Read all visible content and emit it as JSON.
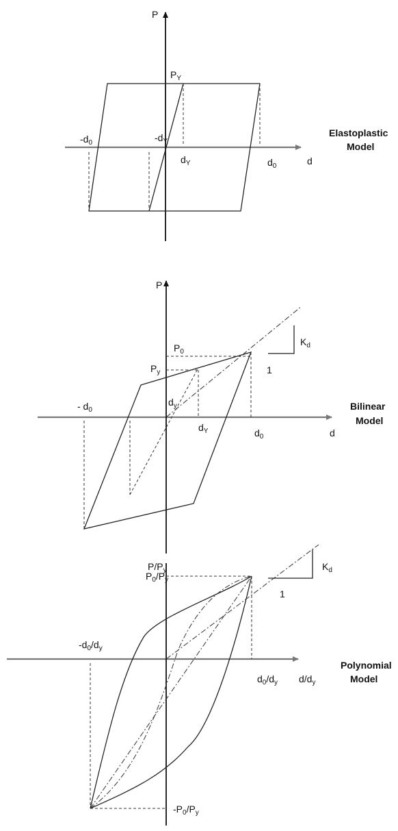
{
  "elastoplastic": {
    "axis_p": "P",
    "axis_d": "d",
    "p_y": "P",
    "p_y_sub": "Y",
    "neg_d0": "-d",
    "neg_d0_sub": "0",
    "neg_dy": "-d",
    "neg_dy_sub": "Y",
    "dy": "d",
    "dy_sub": "Y",
    "d0": "d",
    "d0_sub": "0",
    "title_line1": "Elastoplastic",
    "title_line2": "Model"
  },
  "bilinear": {
    "axis_p": "P",
    "axis_d": "d",
    "p0": "P",
    "p0_sub": "0",
    "py": "P",
    "py_sub": "y",
    "kd": "K",
    "kd_sub": "d",
    "slope_one": "1",
    "dy_upper": "d",
    "dy_upper_sub": "y",
    "dy_lower": "d",
    "dy_lower_sub": "Y",
    "neg_d0": "- d",
    "neg_d0_sub": "0",
    "d0": "d",
    "d0_sub": "0",
    "title_line1": "Bilinear",
    "title_line2": "Model"
  },
  "polynomial": {
    "axis_p": "P/P",
    "axis_p_sub": "y",
    "axis_d": "d/d",
    "axis_d_sub": "y",
    "p0py": "P",
    "p0py_sub1": "0",
    "p0py_mid": "/P",
    "p0py_sub2": "y",
    "kd": "K",
    "kd_sub": "d",
    "slope_one": "1",
    "neg_d0dy": "-d",
    "neg_d0dy_sub1": "0",
    "neg_d0dy_mid": "/d",
    "neg_d0dy_sub2": "y",
    "d0dy": "d",
    "d0dy_sub1": "0",
    "d0dy_mid": "/d",
    "d0dy_sub2": "y",
    "neg_p0py": "-P",
    "neg_p0py_sub1": "0",
    "neg_p0py_mid": "/P",
    "neg_p0py_sub2": "y",
    "title_line1": "Polynomial",
    "title_line2": "Model"
  }
}
